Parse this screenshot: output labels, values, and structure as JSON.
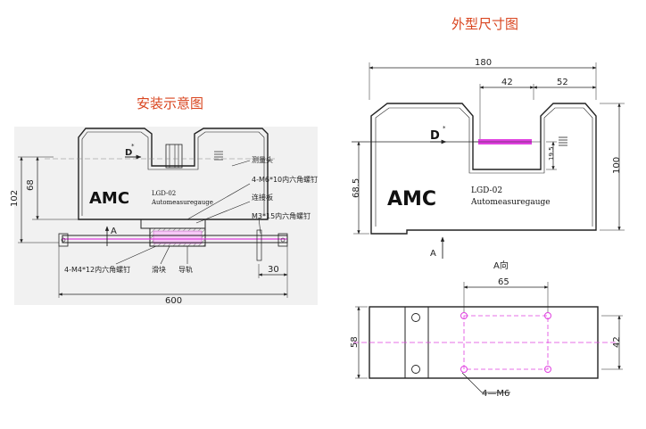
{
  "titles": {
    "outline": "外型尺寸图",
    "install": "安装示意图"
  },
  "device": {
    "logo": "AMC",
    "model": "LGD-02",
    "brand": "Automeasuregauge",
    "marker": "D"
  },
  "install_view": {
    "dims": {
      "height_102": "102",
      "height_68": "68",
      "width_600": "600",
      "width_30": "30"
    },
    "direction_label": "A",
    "callouts": {
      "head": "测量头",
      "screws_m6": "4-M6*10内六角螺钉",
      "plate": "连接板",
      "screws_m3": "M3*15内六角螺钉",
      "screws_m4": "4-M4*12内六角螺钉",
      "slider": "滑块",
      "rail": "导轨"
    }
  },
  "outline_view": {
    "dims": {
      "width_180": "180",
      "width_42": "42",
      "width_52": "52",
      "height_100": "100",
      "height_68_5": "68.5",
      "height_19_5": "19.5"
    },
    "direction_label": "A"
  },
  "a_view": {
    "title": "A向",
    "dims": {
      "width_65": "65",
      "height_58": "58",
      "height_42": "42"
    },
    "hole_label": "4—M6"
  },
  "colors": {
    "title": "#d9451f",
    "accent": "#e040e0",
    "line": "#222222",
    "panel": "#f1f1f1"
  }
}
